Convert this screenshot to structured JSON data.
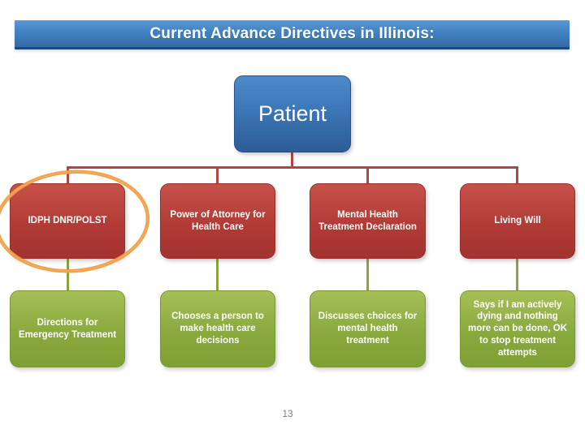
{
  "slide": {
    "title": "Current Advance Directives in Illinois:",
    "page_number": "13"
  },
  "chart": {
    "type": "hierarchy",
    "root_label": "Patient",
    "columns": [
      {
        "directive": "IDPH DNR/POLST",
        "detail": "Directions for Emergency Treatment",
        "highlighted": true
      },
      {
        "directive": "Power of Attorney for Health Care",
        "detail": "Chooses a person to make health care decisions",
        "highlighted": false
      },
      {
        "directive": "Mental Health Treatment Declaration",
        "detail": "Discusses choices for mental health treatment",
        "highlighted": false
      },
      {
        "directive": "Living Will",
        "detail": "Says if I am actively dying and nothing more can be done, OK to stop treatment attempts",
        "highlighted": false
      }
    ],
    "annotation": "hand-drawn orange ellipse circling IDPH DNR/POLST"
  },
  "colors": {
    "title_bar_blue": "#4484c5",
    "node_blue": "#3a74b4",
    "node_red": "#b23b36",
    "node_green": "#8aa93e",
    "connector_red": "#ad4740",
    "connector_green": "#87a53d",
    "highlight_orange": "#ef9c42",
    "page_number_gray": "#7f7f7f",
    "background": "#ffffff"
  }
}
